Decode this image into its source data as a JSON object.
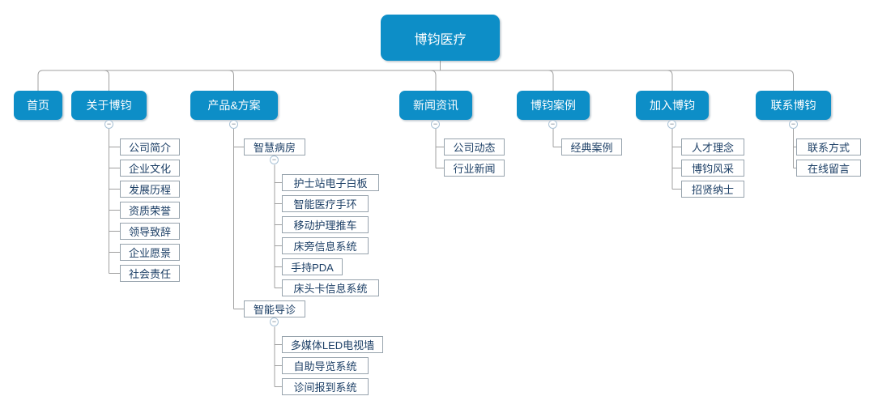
{
  "colors": {
    "node_fill": "#0d8ec7",
    "node_text": "#ffffff",
    "line": "#a0a0a0",
    "leaf_border": "#97a3ad",
    "leaf_text": "#1c3f66",
    "toggle_border": "#a9c2d6"
  },
  "icons": {
    "collapse_glyph": "−"
  },
  "tree": {
    "root": {
      "label": "博钧医疗"
    },
    "children": [
      {
        "label": "首页"
      },
      {
        "label": "关于博钧",
        "children": [
          {
            "label": "公司简介"
          },
          {
            "label": "企业文化"
          },
          {
            "label": "发展历程"
          },
          {
            "label": "资质荣誉"
          },
          {
            "label": "领导致辞"
          },
          {
            "label": "企业愿景"
          },
          {
            "label": "社会责任"
          }
        ]
      },
      {
        "label": "产品&方案",
        "children": [
          {
            "label": "智慧病房",
            "children": [
              {
                "label": "护士站电子白板"
              },
              {
                "label": "智能医疗手环"
              },
              {
                "label": "移动护理推车"
              },
              {
                "label": "床旁信息系统"
              },
              {
                "label": "手持PDA"
              },
              {
                "label": "床头卡信息系统"
              }
            ]
          },
          {
            "label": "智能导诊",
            "children": [
              {
                "label": "多媒体LED电视墙"
              },
              {
                "label": "自助导览系统"
              },
              {
                "label": "诊间报到系统"
              }
            ]
          }
        ]
      },
      {
        "label": "新闻资讯",
        "children": [
          {
            "label": "公司动态"
          },
          {
            "label": "行业新闻"
          }
        ]
      },
      {
        "label": "博钧案例",
        "children": [
          {
            "label": "经典案例"
          }
        ]
      },
      {
        "label": "加入博钧",
        "children": [
          {
            "label": "人才理念"
          },
          {
            "label": "博钧风采"
          },
          {
            "label": "招贤纳士"
          }
        ]
      },
      {
        "label": "联系博钧",
        "children": [
          {
            "label": "联系方式"
          },
          {
            "label": "在线留言"
          }
        ]
      }
    ]
  }
}
